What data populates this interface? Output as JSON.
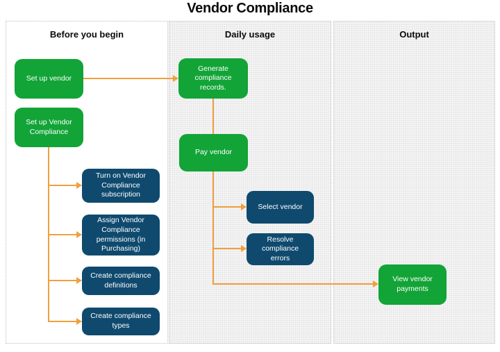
{
  "title": "Vendor Compliance",
  "colors": {
    "node_green": "#12a437",
    "node_blue": "#0f4a6e",
    "connector_orange": "#f0a03c",
    "panel_border": "#bdbdbd",
    "panel_texture_bg": "#f6f6f6"
  },
  "columns": [
    {
      "id": "before",
      "label": "Before you begin"
    },
    {
      "id": "daily",
      "label": "Daily usage"
    },
    {
      "id": "output",
      "label": "Output"
    }
  ],
  "nodes": [
    {
      "id": "set-up-vendor",
      "label": "Set up vendor",
      "color": "green",
      "column": "Before you begin"
    },
    {
      "id": "set-up-vendor-compliance",
      "label": "Set up Vendor Compliance",
      "color": "green",
      "column": "Before you begin"
    },
    {
      "id": "turn-on-vendor-compliance-subscription",
      "label": "Turn on Vendor Compliance subscription",
      "color": "blue",
      "column": "Before you begin"
    },
    {
      "id": "assign-vendor-compliance-permissions",
      "label": "Assign Vendor Compliance permissions (in Purchasing)",
      "color": "blue",
      "column": "Before you begin"
    },
    {
      "id": "create-compliance-definitions",
      "label": "Create compliance definitions",
      "color": "blue",
      "column": "Before you begin"
    },
    {
      "id": "create-compliance-types",
      "label": "Create compliance types",
      "color": "blue",
      "column": "Before you begin"
    },
    {
      "id": "generate-compliance-records",
      "label": "Generate compliance records.",
      "color": "green",
      "column": "Daily usage"
    },
    {
      "id": "pay-vendor",
      "label": "Pay vendor",
      "color": "green",
      "column": "Daily usage"
    },
    {
      "id": "select-vendor",
      "label": "Select vendor",
      "color": "blue",
      "column": "Daily usage"
    },
    {
      "id": "resolve-compliance-errors",
      "label": "Resolve compliance errors",
      "color": "blue",
      "column": "Daily usage"
    },
    {
      "id": "view-vendor-payments",
      "label": "View vendor payments",
      "color": "green",
      "column": "Output"
    }
  ],
  "edges": [
    {
      "from": "set-up-vendor",
      "to": "generate-compliance-records"
    },
    {
      "from": "set-up-vendor-compliance",
      "to": "turn-on-vendor-compliance-subscription"
    },
    {
      "from": "set-up-vendor-compliance",
      "to": "assign-vendor-compliance-permissions"
    },
    {
      "from": "set-up-vendor-compliance",
      "to": "create-compliance-definitions"
    },
    {
      "from": "set-up-vendor-compliance",
      "to": "create-compliance-types"
    },
    {
      "from": "generate-compliance-records",
      "to": "pay-vendor"
    },
    {
      "from": "pay-vendor",
      "to": "select-vendor"
    },
    {
      "from": "pay-vendor",
      "to": "resolve-compliance-errors"
    },
    {
      "from": "pay-vendor",
      "to": "view-vendor-payments"
    }
  ]
}
